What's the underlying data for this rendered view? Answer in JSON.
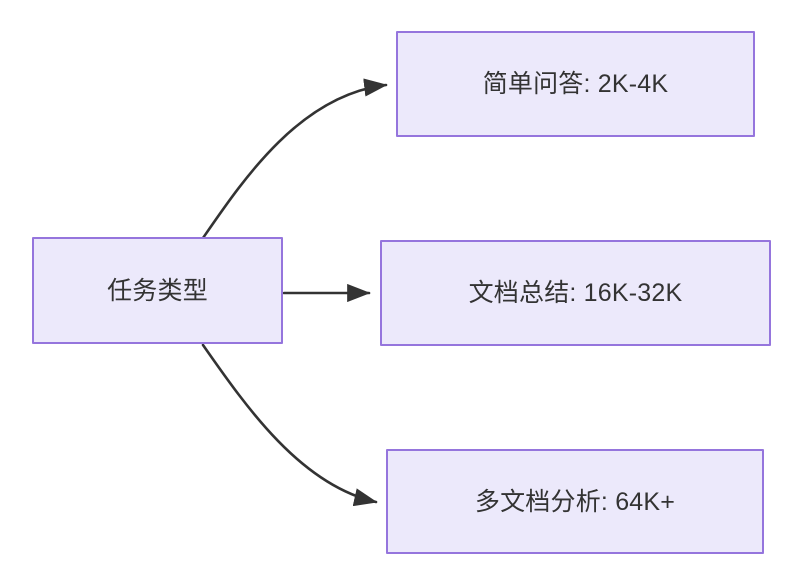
{
  "diagram": {
    "type": "flowchart",
    "direction": "left-to-right",
    "background_color": "#ffffff",
    "node_fill_color": "#ece9fb",
    "node_border_color": "#9575dd",
    "node_text_color": "#333333",
    "edge_color": "#333333",
    "nodes": [
      {
        "id": "root",
        "label": "任务类型",
        "role": "source"
      },
      {
        "id": "simple-qa",
        "label": "简单问答: 2K-4K",
        "role": "target"
      },
      {
        "id": "doc-summary",
        "label": "文档总结: 16K-32K",
        "role": "target"
      },
      {
        "id": "multi-doc",
        "label": "多文档分析: 64K+",
        "role": "target"
      }
    ],
    "edges": [
      {
        "id": "edge-root-simple-qa",
        "from": "root",
        "to": "simple-qa",
        "label": "",
        "style": "curved-arrow"
      },
      {
        "id": "edge-root-doc-summary",
        "from": "root",
        "to": "doc-summary",
        "label": "",
        "style": "straight-arrow"
      },
      {
        "id": "edge-root-multi-doc",
        "from": "root",
        "to": "multi-doc",
        "label": "",
        "style": "curved-arrow"
      }
    ]
  }
}
